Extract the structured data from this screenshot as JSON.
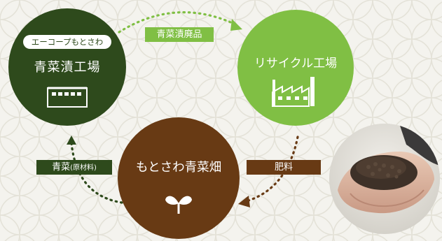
{
  "nodes": {
    "factory_a": {
      "badge": "エーコープもとさわ",
      "label": "青菜漬工場",
      "icon": "factory-building-icon"
    },
    "factory_b": {
      "label": "リサイクル工場",
      "icon": "factory-smokestack-icon"
    },
    "field": {
      "label": "もとさわ青菜畑",
      "icon": "sprout-icon"
    }
  },
  "flows": {
    "waste": "青菜漬廃品",
    "fertilizer": "肥料",
    "raw_main": "青菜",
    "raw_note": "(原材料)"
  },
  "colors": {
    "dark_green": "#2e4a1c",
    "light_green": "#80bf44",
    "brown": "#683a14",
    "background": "#f4f3ee"
  }
}
